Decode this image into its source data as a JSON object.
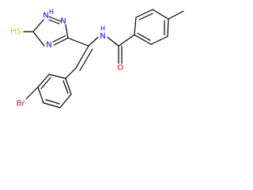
{
  "molecule": {
    "atoms": {
      "thiol_S": "HS",
      "triazole_NH": "N",
      "triazole_NH_h": "H",
      "triazole_N2": "N",
      "triazole_N4": "N",
      "amide_N": "N",
      "amide_NH_h": "H",
      "carbonyl_O": "O",
      "bromine": "Br"
    },
    "colors": {
      "bond": "#000000",
      "carbon": "#000000",
      "nitrogen": "#0000ff",
      "oxygen": "#ff0000",
      "sulfur": "#cccc00",
      "bromine": "#a52a2a"
    }
  }
}
